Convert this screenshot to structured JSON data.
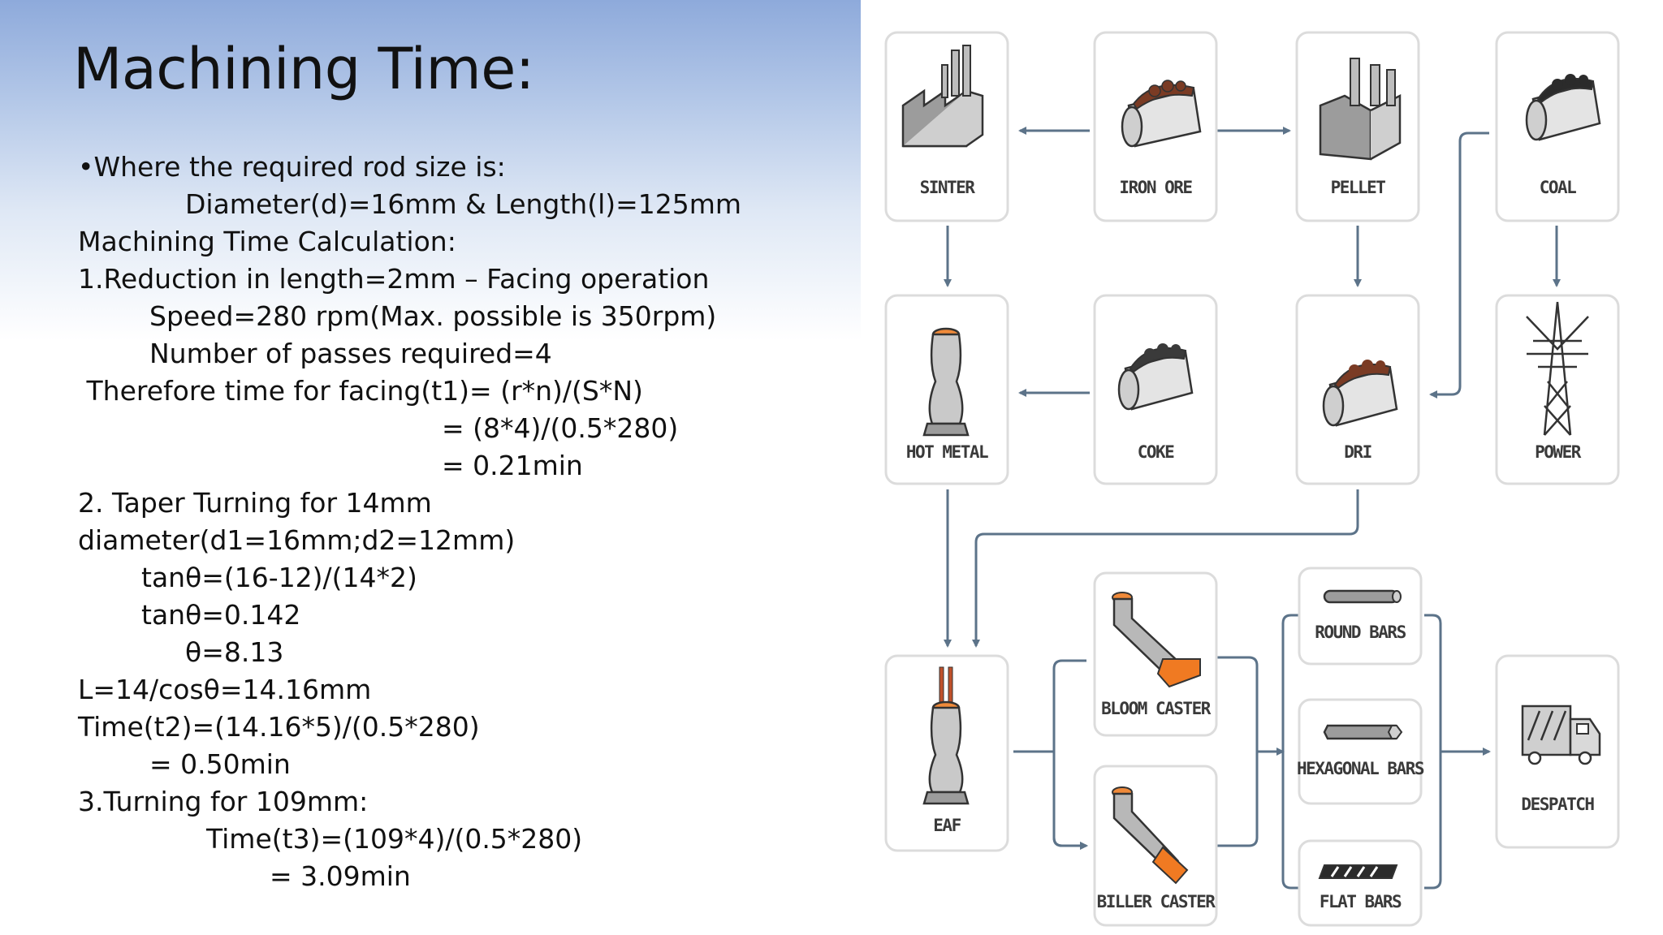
{
  "slide": {
    "title": "Machining Time:",
    "lines": [
      "•Where the required rod size is:",
      "Diameter(d)=16mm & Length(l)=125mm",
      "Machining Time Calculation:",
      "1.Reduction in length=2mm – Facing operation",
      "Speed=280 rpm(Max. possible is 350rpm)",
      "Number of passes required=4",
      " Therefore time for facing(t1)= (r*n)/(S*N)",
      "= (8*4)/(0.5*280)",
      "= 0.21min",
      "2. Taper Turning for 14mm",
      "diameter(d1=16mm;d2=12mm)",
      "tanθ=(16-12)/(14*2)",
      "tanθ=0.142",
      "θ=8.13",
      "L=14/cosθ=14.16mm",
      "Time(t2)=(14.16*5)/(0.5*280)",
      "= 0.50min",
      "3.Turning for 109mm:",
      "Time(t3)=(109*4)/(0.5*280)",
      "= 3.09min"
    ]
  },
  "flow": {
    "nodes": {
      "sinter": "SINTER",
      "iron_ore": "IRON ORE",
      "pellet": "PELLET",
      "coal": "COAL",
      "hot_metal": "HOT METAL",
      "coke": "COKE",
      "dri": "DRI",
      "power": "POWER",
      "eaf": "EAF",
      "bloom_caster": "BLOOM CASTER",
      "biller_caster": "BILLER CASTER",
      "round_bars": "ROUND BARS",
      "hexagonal_bars": "HEXAGONAL BARS",
      "flat_bars": "FLAT BARS",
      "despatch": "DESPATCH"
    }
  },
  "colors": {
    "connector": "#5c7389",
    "caster_accent": "#f07a22",
    "ore_accent": "#7a3b24",
    "coal_accent": "#2b2b2b",
    "electrode": "#c0502a"
  }
}
